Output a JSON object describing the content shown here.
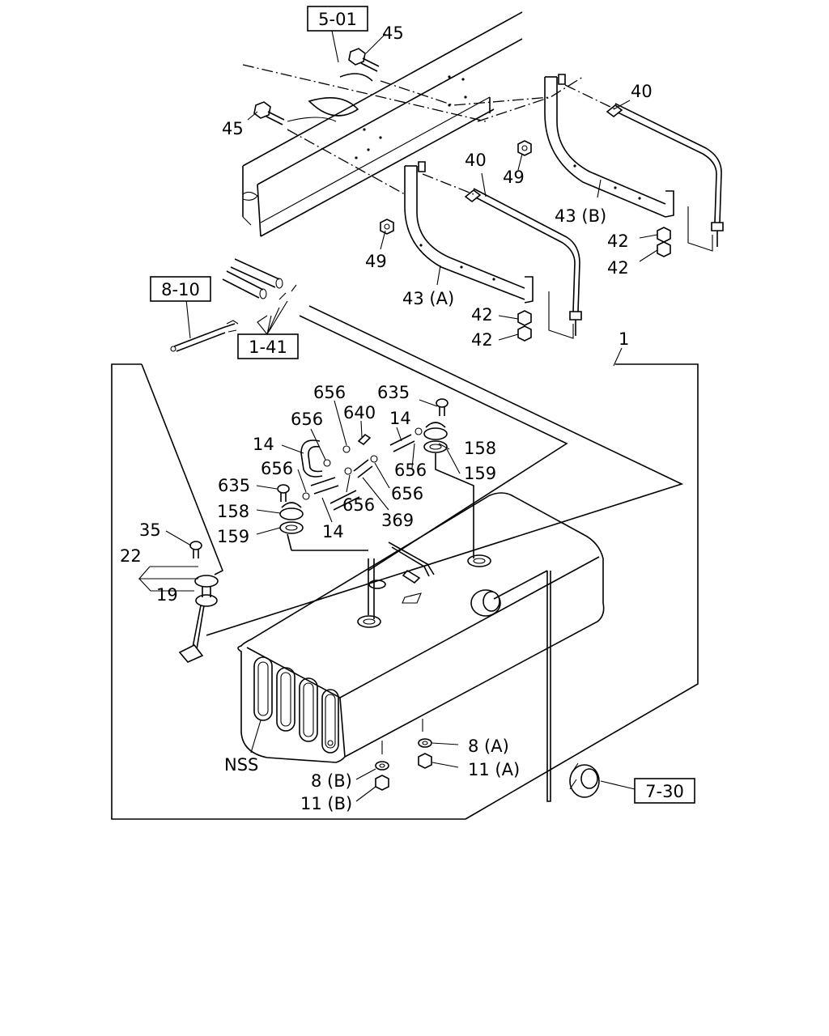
{
  "ref_boxes": {
    "r501": "5-01",
    "r810": "8-10",
    "r141": "1-41",
    "r730": "7-30"
  },
  "callouts": {
    "c45a": "45",
    "c45b": "45",
    "c40a": "40",
    "c40b": "40",
    "c49a": "49",
    "c49b": "49",
    "c43a": "43 (A)",
    "c43b": "43 (B)",
    "c42a": "42",
    "c42b": "42",
    "c42c": "42",
    "c42d": "42",
    "c1": "1",
    "c656a": "656",
    "c656b": "656",
    "c656c": "656",
    "c656d": "656",
    "c656e": "656",
    "c656f": "656",
    "c640": "640",
    "c635a": "635",
    "c635b": "635",
    "c14a": "14",
    "c14b": "14",
    "c14c": "14",
    "c158a": "158",
    "c158b": "158",
    "c159a": "159",
    "c159b": "159",
    "c369": "369",
    "c35": "35",
    "c22": "22",
    "c19": "19",
    "cnss": "NSS",
    "c8a": "8 (A)",
    "c11a": "11 (A)",
    "c8b": "8 (B)",
    "c11b": "11 (B)"
  }
}
